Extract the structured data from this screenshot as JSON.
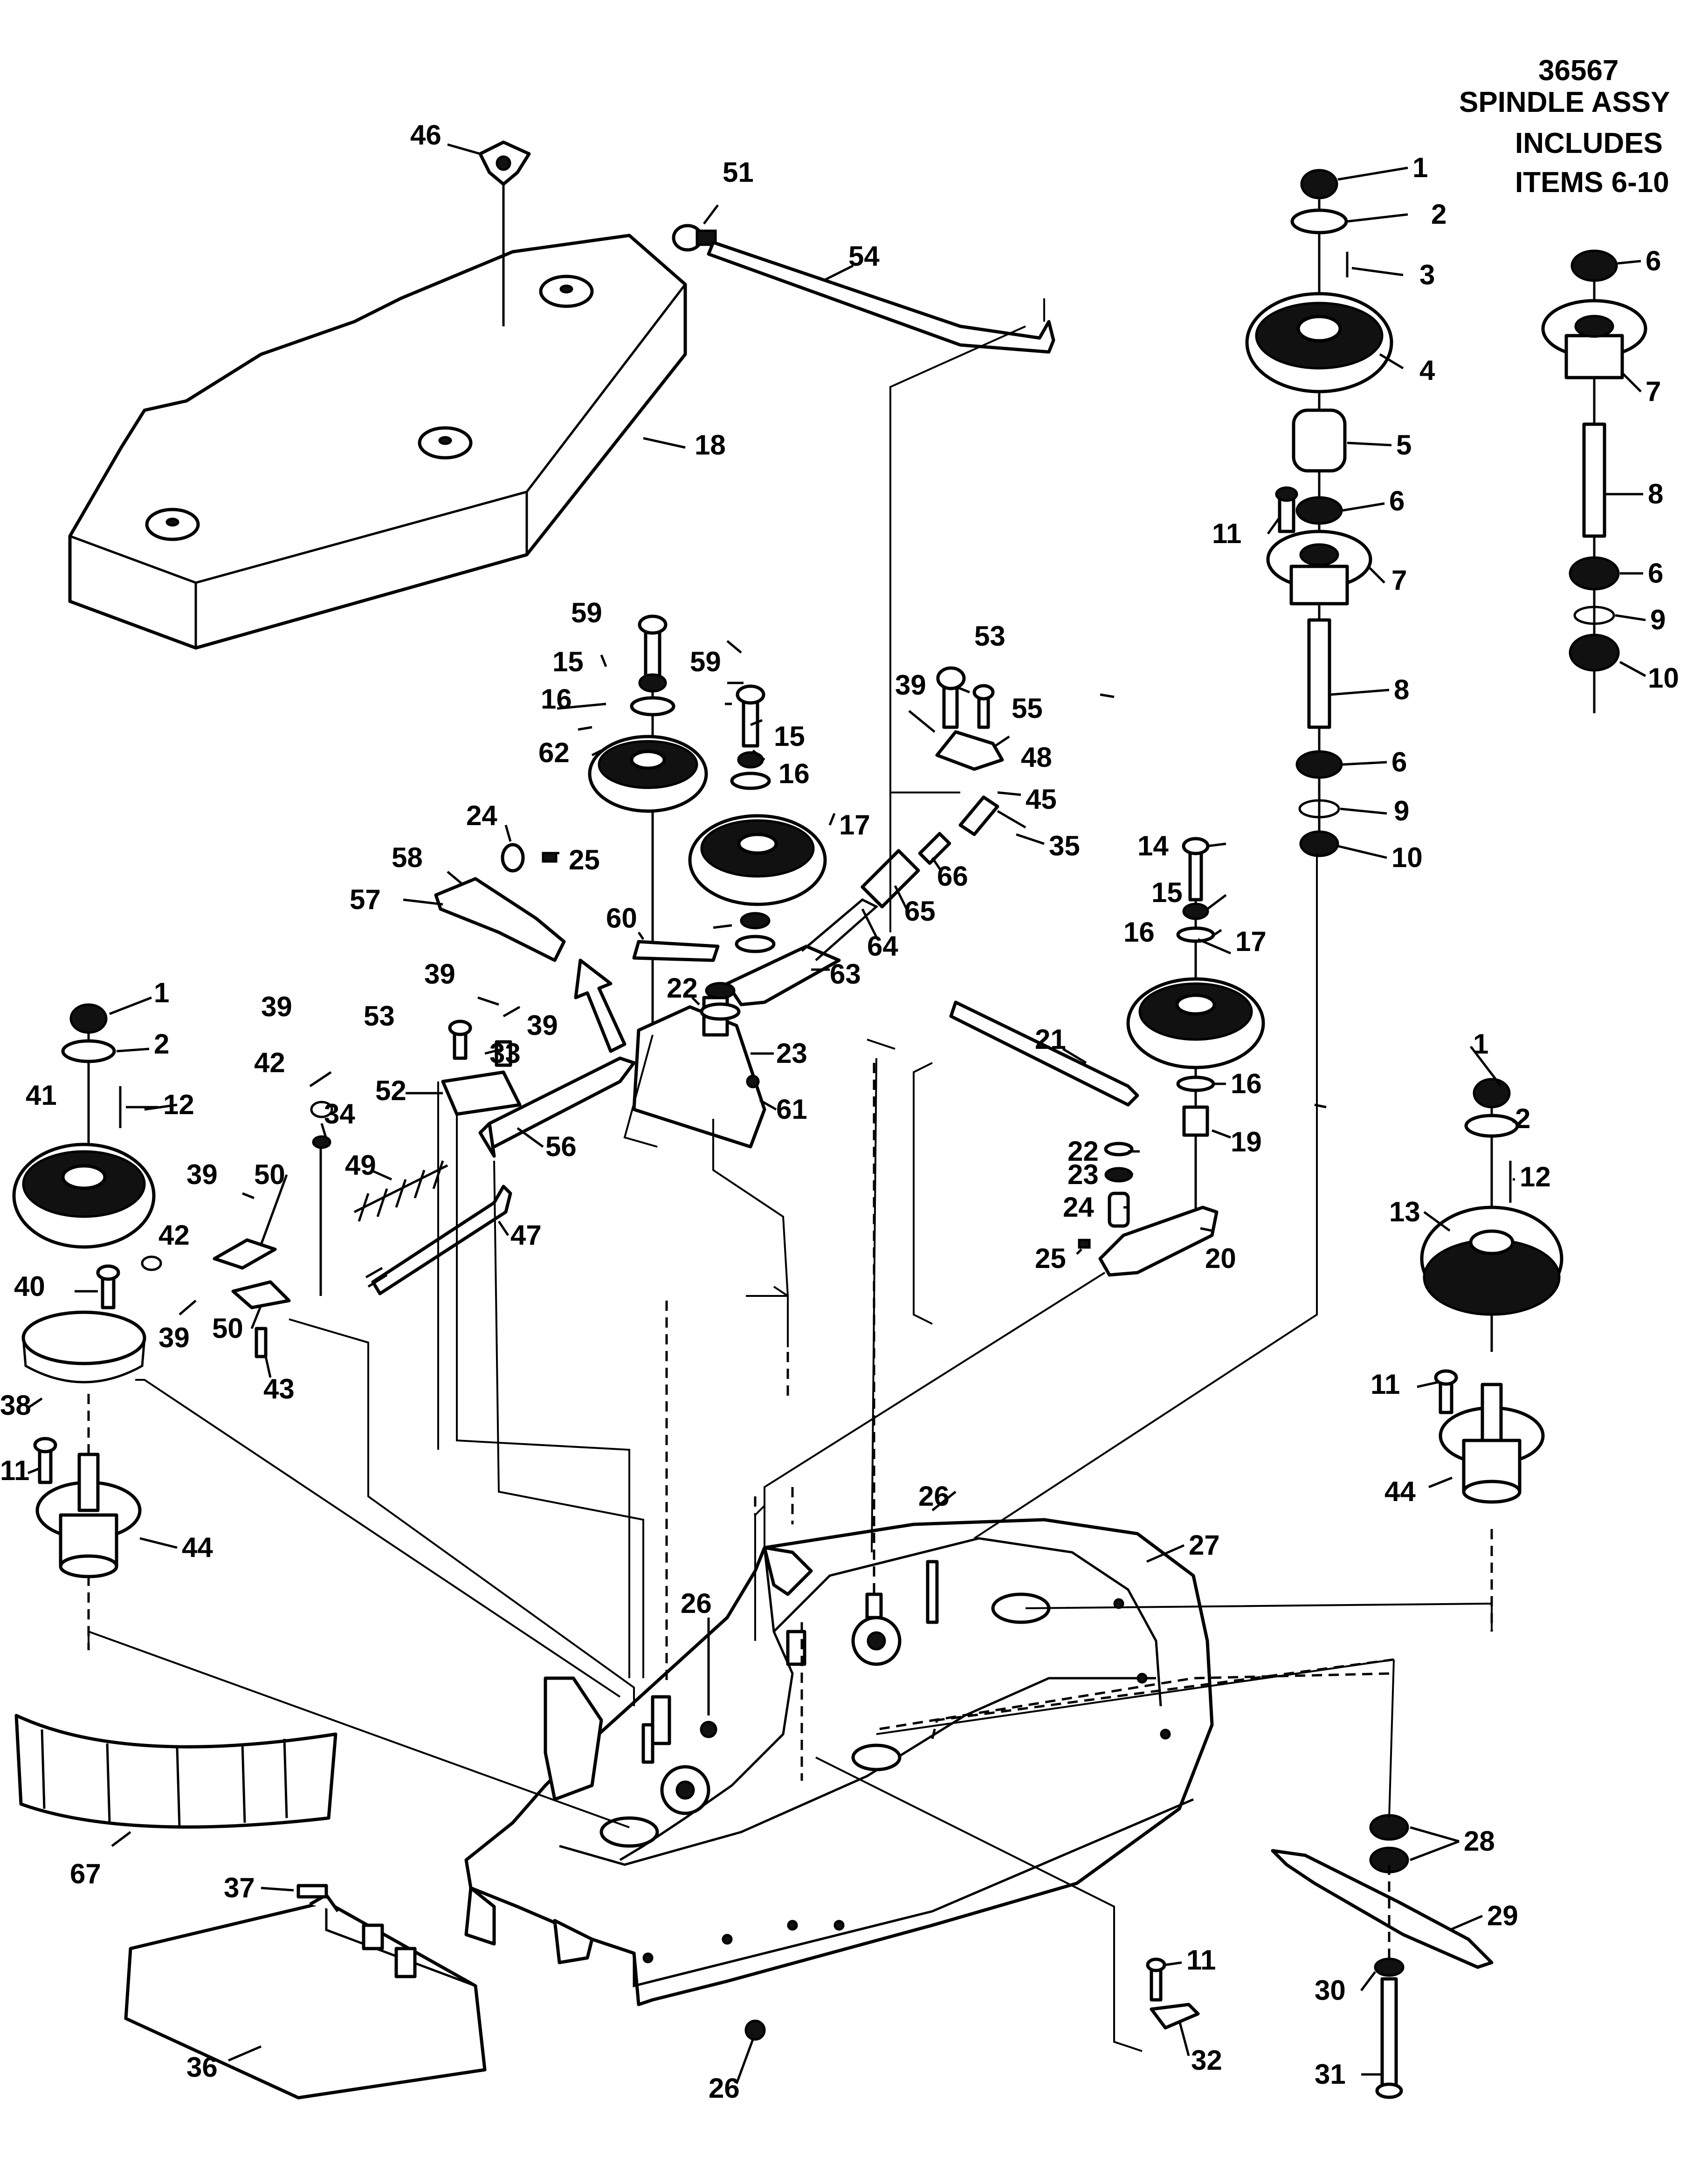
{
  "note": {
    "part_number": "36567",
    "line1": "SPINDLE ASSY",
    "line2": "INCLUDES",
    "line3": "ITEMS 6-10"
  },
  "labels": [
    {
      "id": "c1",
      "text": "46"
    },
    {
      "id": "c2",
      "text": "51"
    },
    {
      "id": "c3",
      "text": "54"
    },
    {
      "id": "c4",
      "text": "18"
    },
    {
      "id": "c5",
      "text": "1"
    },
    {
      "id": "c6",
      "text": "2"
    },
    {
      "id": "c7",
      "text": "3"
    },
    {
      "id": "c8",
      "text": "4"
    },
    {
      "id": "c9",
      "text": "5"
    },
    {
      "id": "c10",
      "text": "11"
    },
    {
      "id": "c11",
      "text": "6"
    },
    {
      "id": "c12",
      "text": "7"
    },
    {
      "id": "c13",
      "text": "8"
    },
    {
      "id": "c14",
      "text": "6"
    },
    {
      "id": "c15",
      "text": "9"
    },
    {
      "id": "c16",
      "text": "10"
    },
    {
      "id": "c17",
      "text": "6"
    },
    {
      "id": "c18",
      "text": "7"
    },
    {
      "id": "c19",
      "text": "8"
    },
    {
      "id": "c20",
      "text": "6"
    },
    {
      "id": "c21",
      "text": "9"
    },
    {
      "id": "c22",
      "text": "10"
    },
    {
      "id": "c23",
      "text": "59"
    },
    {
      "id": "c24",
      "text": "15"
    },
    {
      "id": "c25",
      "text": "16"
    },
    {
      "id": "c26",
      "text": "59"
    },
    {
      "id": "c27",
      "text": "15"
    },
    {
      "id": "c28",
      "text": "16"
    },
    {
      "id": "c29",
      "text": "62"
    },
    {
      "id": "c30",
      "text": "17"
    },
    {
      "id": "c31",
      "text": "53"
    },
    {
      "id": "c32",
      "text": "39"
    },
    {
      "id": "c33",
      "text": "55"
    },
    {
      "id": "c34",
      "text": "48"
    },
    {
      "id": "c35",
      "text": "45"
    },
    {
      "id": "c36",
      "text": "35"
    },
    {
      "id": "c37",
      "text": "66"
    },
    {
      "id": "c38",
      "text": "65"
    },
    {
      "id": "c39",
      "text": "64"
    },
    {
      "id": "c40",
      "text": "63"
    },
    {
      "id": "c41",
      "text": "24"
    },
    {
      "id": "c42",
      "text": "25"
    },
    {
      "id": "c43",
      "text": "58"
    },
    {
      "id": "c44",
      "text": "57"
    },
    {
      "id": "c45",
      "text": "60"
    },
    {
      "id": "c46",
      "text": "22"
    },
    {
      "id": "c47",
      "text": "23"
    },
    {
      "id": "c48",
      "text": "61"
    },
    {
      "id": "c49",
      "text": "14"
    },
    {
      "id": "c50",
      "text": "15"
    },
    {
      "id": "c51",
      "text": "16"
    },
    {
      "id": "c52",
      "text": "17"
    },
    {
      "id": "c53",
      "text": "21"
    },
    {
      "id": "c54",
      "text": "16"
    },
    {
      "id": "c55",
      "text": "19"
    },
    {
      "id": "c56",
      "text": "22"
    },
    {
      "id": "c57",
      "text": "23"
    },
    {
      "id": "c58",
      "text": "24"
    },
    {
      "id": "c59",
      "text": "25"
    },
    {
      "id": "c60",
      "text": "20"
    },
    {
      "id": "c61",
      "text": "1"
    },
    {
      "id": "c62",
      "text": "2"
    },
    {
      "id": "c63",
      "text": "12"
    },
    {
      "id": "c64",
      "text": "13"
    },
    {
      "id": "c65",
      "text": "11"
    },
    {
      "id": "c66",
      "text": "44"
    },
    {
      "id": "c67",
      "text": "1"
    },
    {
      "id": "c68",
      "text": "2"
    },
    {
      "id": "c69",
      "text": "12"
    },
    {
      "id": "c70",
      "text": "41"
    },
    {
      "id": "c71",
      "text": "39"
    },
    {
      "id": "c72",
      "text": "42"
    },
    {
      "id": "c73",
      "text": "34"
    },
    {
      "id": "c74",
      "text": "53"
    },
    {
      "id": "c75",
      "text": "39"
    },
    {
      "id": "c76",
      "text": "39"
    },
    {
      "id": "c77",
      "text": "33"
    },
    {
      "id": "c78",
      "text": "52"
    },
    {
      "id": "c79",
      "text": "56"
    },
    {
      "id": "c80",
      "text": "49"
    },
    {
      "id": "c81",
      "text": "47"
    },
    {
      "id": "c82",
      "text": "39"
    },
    {
      "id": "c83",
      "text": "50"
    },
    {
      "id": "c84",
      "text": "42"
    },
    {
      "id": "c85",
      "text": "40"
    },
    {
      "id": "c86",
      "text": "39"
    },
    {
      "id": "c87",
      "text": "50"
    },
    {
      "id": "c88",
      "text": "43"
    },
    {
      "id": "c89",
      "text": "38"
    },
    {
      "id": "c90",
      "text": "11"
    },
    {
      "id": "c91",
      "text": "44"
    },
    {
      "id": "c92",
      "text": "26"
    },
    {
      "id": "c93",
      "text": "27"
    },
    {
      "id": "c94",
      "text": "26"
    },
    {
      "id": "c95",
      "text": "67"
    },
    {
      "id": "c96",
      "text": "37"
    },
    {
      "id": "c97",
      "text": "36"
    },
    {
      "id": "c98",
      "text": "26"
    },
    {
      "id": "c99",
      "text": "11"
    },
    {
      "id": "c100",
      "text": "32"
    },
    {
      "id": "c101",
      "text": "28"
    },
    {
      "id": "c102",
      "text": "29"
    },
    {
      "id": "c103",
      "text": "30"
    },
    {
      "id": "c104",
      "text": "31"
    }
  ]
}
